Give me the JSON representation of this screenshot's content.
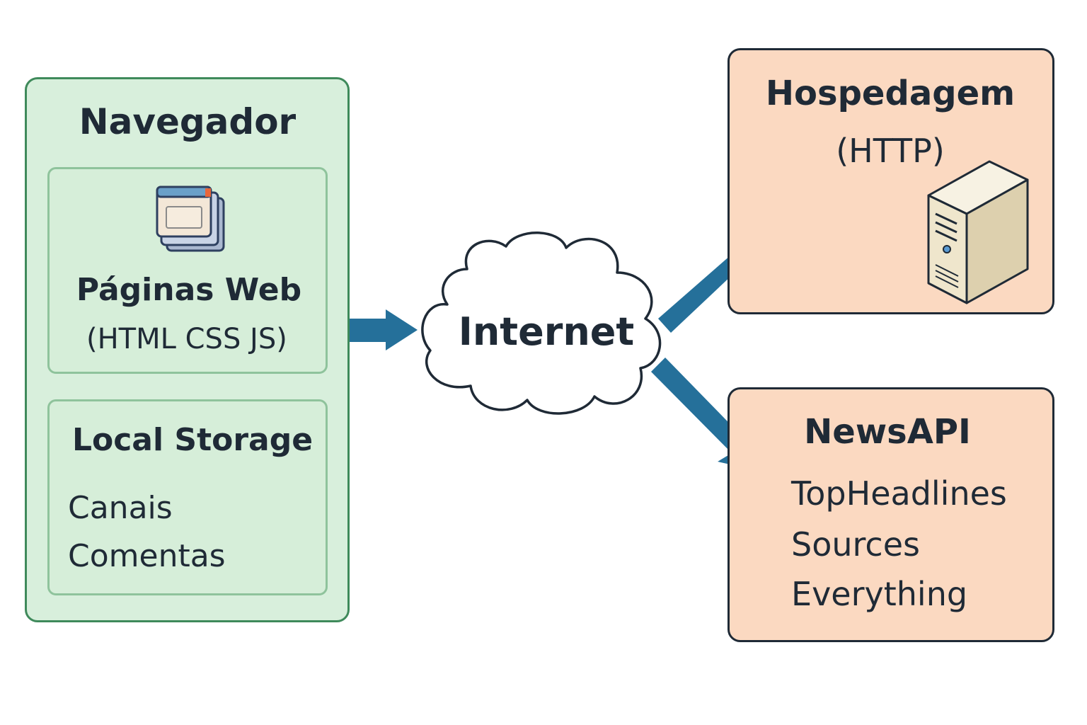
{
  "browser": {
    "title": "Navegador",
    "pages_title": "Páginas Web",
    "pages_subtitle": "(HTML CSS JS)",
    "storage_title": "Local Storage",
    "storage_items": [
      "Canais",
      "Comentas"
    ]
  },
  "internet": {
    "label": "Internet"
  },
  "hosting": {
    "title": "Hospedagem",
    "subtitle": "(HTTP)"
  },
  "newsapi": {
    "title": "NewsAPI",
    "endpoints": [
      "TopHeadlines",
      "Sources",
      "Everything"
    ]
  },
  "colors": {
    "browser_fill": "#d8efdc",
    "browser_border": "#3f8a5b",
    "server_fill": "#fbd9c1",
    "arrow": "#25709a",
    "text": "#1f2a36"
  },
  "icons": {
    "browser_window": "browser-window-icon",
    "server": "server-tower-icon",
    "cloud": "cloud-icon"
  }
}
